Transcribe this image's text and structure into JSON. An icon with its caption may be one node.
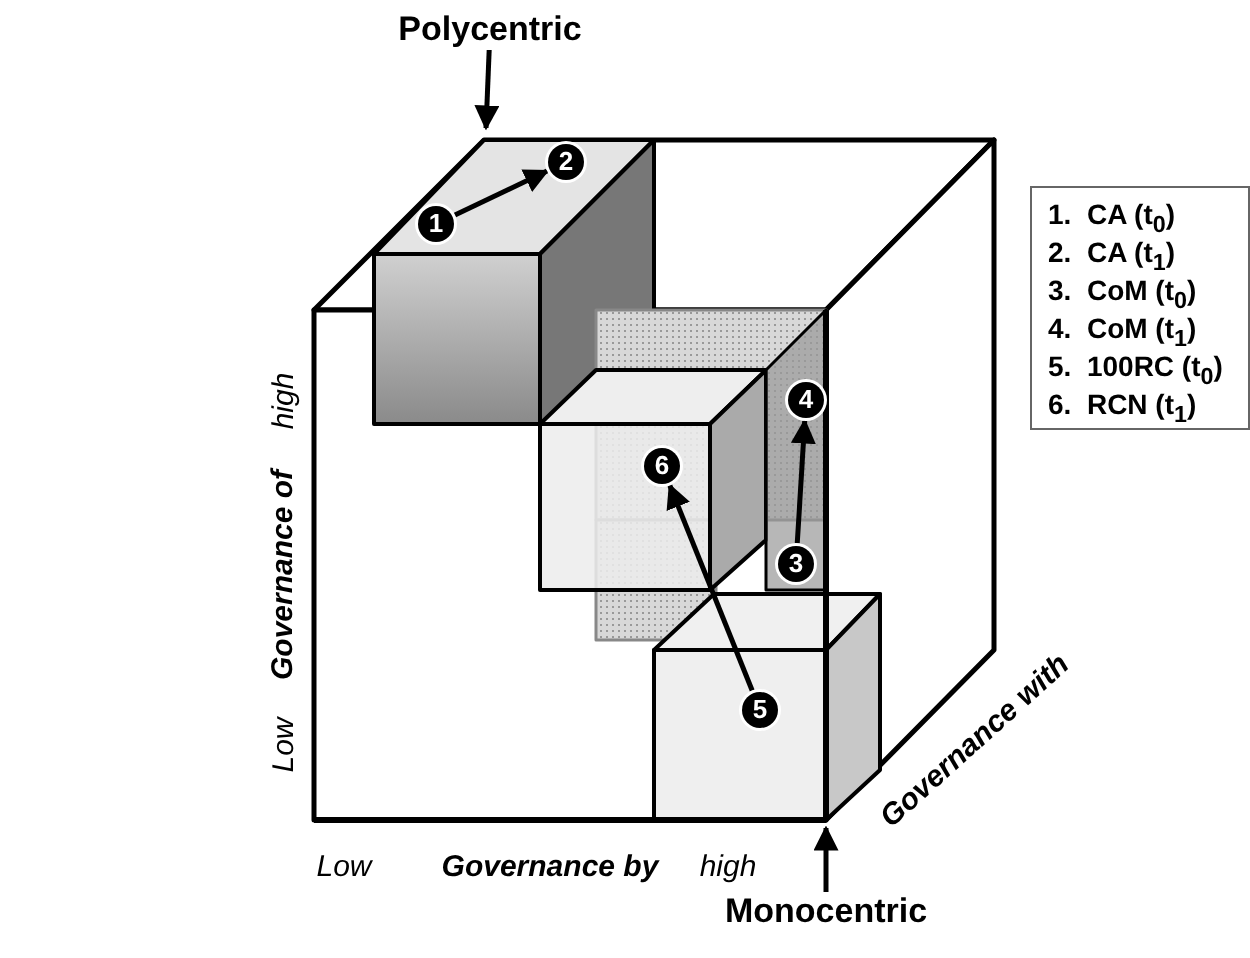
{
  "diagram": {
    "nodes": [
      {
        "text": [
          "Polycentric"
        ]
      },
      {
        "text": [
          "1"
        ]
      },
      {
        "text": [
          "2"
        ]
      },
      {
        "text": [
          "3"
        ]
      },
      {
        "text": [
          "4"
        ]
      },
      {
        "text": [
          "5"
        ]
      },
      {
        "text": [
          "6"
        ]
      },
      {
        "text": [
          "Monocentric"
        ]
      }
    ],
    "edges": [
      {
        "from": 0,
        "to": null,
        "arrow": "to"
      },
      {
        "from": 1,
        "to": 2,
        "arrow": "to"
      },
      {
        "from": 3,
        "to": 4,
        "arrow": "to"
      },
      {
        "from": 5,
        "to": 6,
        "arrow": "to"
      },
      {
        "from": 7,
        "to": null,
        "arrow": "to"
      }
    ],
    "labels": [
      "1.  CA (t$_{0}$)",
      "2.  CA (t$_{1}$)",
      "3.  CoM (t$_{0}$)",
      "4.  CoM (t$_{1}$)",
      "5.  100RC (t$_{0}$)",
      "6.  RCN (t$_{1}$)",
      "Governance of",
      "high",
      "Low",
      "Low",
      "Governance by",
      "high",
      "Governance with"
    ]
  }
}
